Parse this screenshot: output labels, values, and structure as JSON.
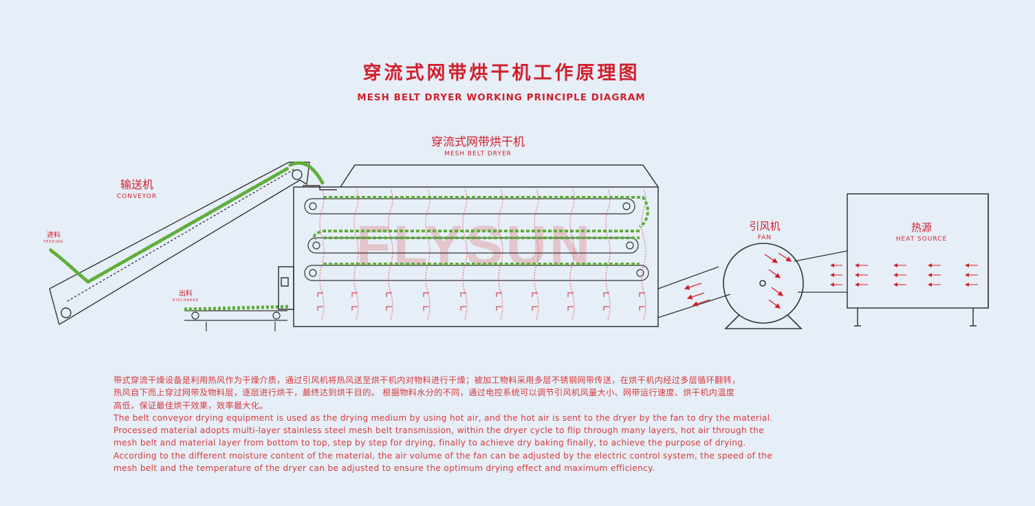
{
  "title": {
    "cn": "穿流式网带烘干机工作原理图",
    "en": "MESH BELT DRYER WORKING PRINCIPLE DIAGRAM"
  },
  "labels": {
    "dryer": {
      "cn": "穿流式网带烘干机",
      "en": "MESH BELT DRYER"
    },
    "conveyor": {
      "cn": "输送机",
      "en": "CONVEYOR"
    },
    "feed": {
      "cn": "进料",
      "en": "FEEDING"
    },
    "discharge": {
      "cn": "出料",
      "en": "DISCHARGE"
    },
    "fan": {
      "cn": "引风机",
      "en": "FAN"
    },
    "heat_source": {
      "cn": "热源",
      "en": "HEAT SOURCE"
    }
  },
  "watermark": "FLYSUN",
  "description_lines": [
    "带式穿流干燥设备是利用热风作为干燥介质，通过引风机将热风送至烘干机内对物料进行干燥；被加工物料采用多层不锈钢网带传送，在烘干机内经过多层循环翻转，",
    "热风自下而上穿过网带及物料层，逐层进行烘干，最终达到烘干目的。 根据物料水分的不同，通过电控系统可以调节引风机风量大小、网带运行速度、烘干机内温度",
    "高低，保证最佳烘干效果，效率最大化。",
    "The belt conveyor drying equipment is used as the drying medium by using hot air, and the hot air is sent to the dryer by the fan to dry the material.",
    "Processed material adopts multi-layer stainless steel mesh belt transmission,  within the dryer cycle to flip through many layers, hot air through the",
    "mesh belt  and  material layer from bottom to top,  step by step for drying,  finally to achieve dry baking finally,   to achieve the purpose of drying.",
    "According to the different moisture content of the material, the air volume of the fan can be adjusted by the electric control system, the speed of the",
    "mesh belt and the temperature of the dryer can be adjusted to ensure the optimum drying effect and maximum efficiency."
  ],
  "colors": {
    "accent_red": "#d21f2a",
    "line_gray": "#333333",
    "material_green": "#5fae3a",
    "background": "#e6eef8"
  }
}
